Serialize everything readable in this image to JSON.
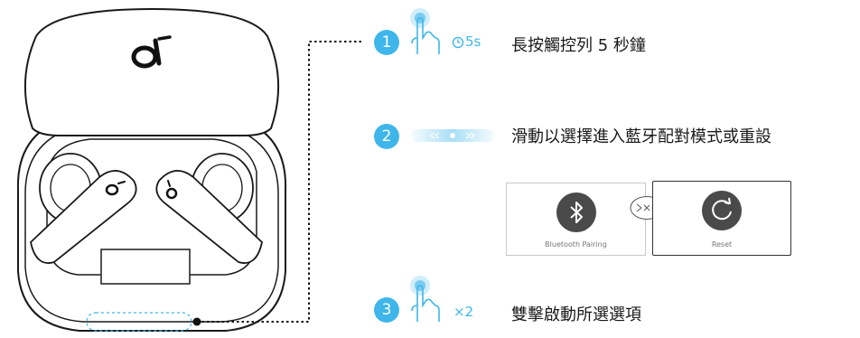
{
  "case": {
    "lid_logo_icon": "soundcore-logo-icon",
    "earbud_logo_icon": "soundcore-logo-icon"
  },
  "steps": [
    {
      "number": "1",
      "gesture_icon": "long-press-hand-icon",
      "timer_icon": "clock-icon",
      "duration": "5s",
      "caption": "長按觸控列 5 秒鐘"
    },
    {
      "number": "2",
      "gesture_icon": "slide-arrows-icon",
      "caption": "滑動以選擇進入藍牙配對模式或重設"
    },
    {
      "number": "3",
      "gesture_icon": "double-tap-hand-icon",
      "count": "×2",
      "caption": "雙擊啟動所選選項"
    }
  ],
  "options": [
    {
      "label": "Bluetooth Pairing",
      "icon": "bluetooth-icon"
    },
    {
      "label": "Reset",
      "icon": "reset-icon"
    }
  ],
  "swap_icon": "swap-icon",
  "colors": {
    "accent": "#3fb6ea",
    "icon_dark": "#4a4a4a",
    "outline": "#1a1a1a"
  }
}
